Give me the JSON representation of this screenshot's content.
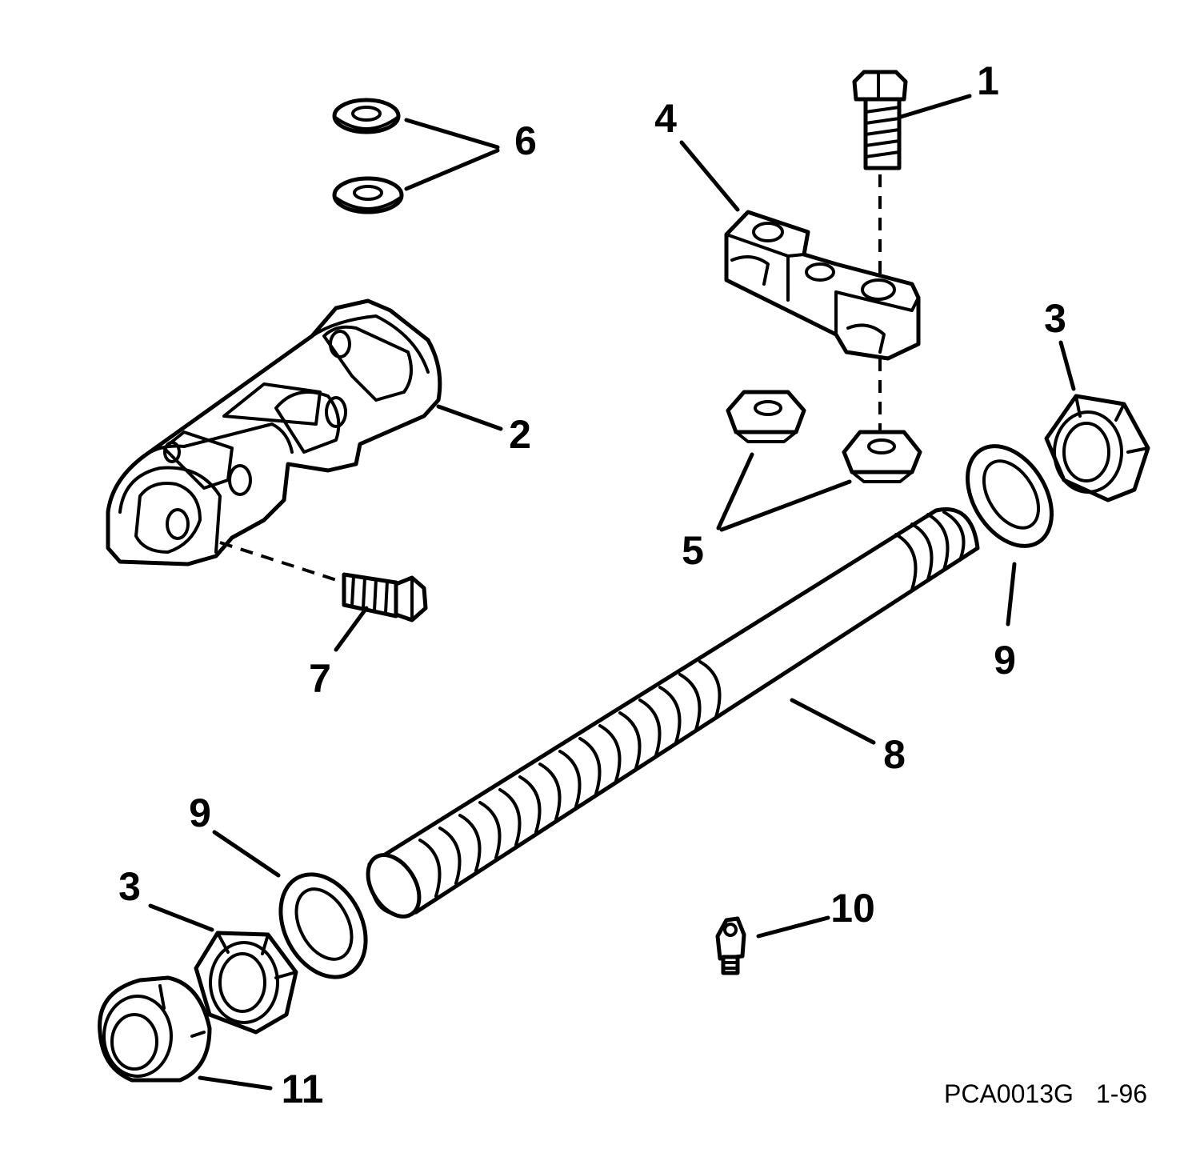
{
  "diagram": {
    "figure_code": "PCA0013G",
    "revision": "1-96",
    "callouts": [
      "1",
      "2",
      "3",
      "3",
      "4",
      "5",
      "6",
      "7",
      "8",
      "9",
      "9",
      "10",
      "11"
    ]
  }
}
